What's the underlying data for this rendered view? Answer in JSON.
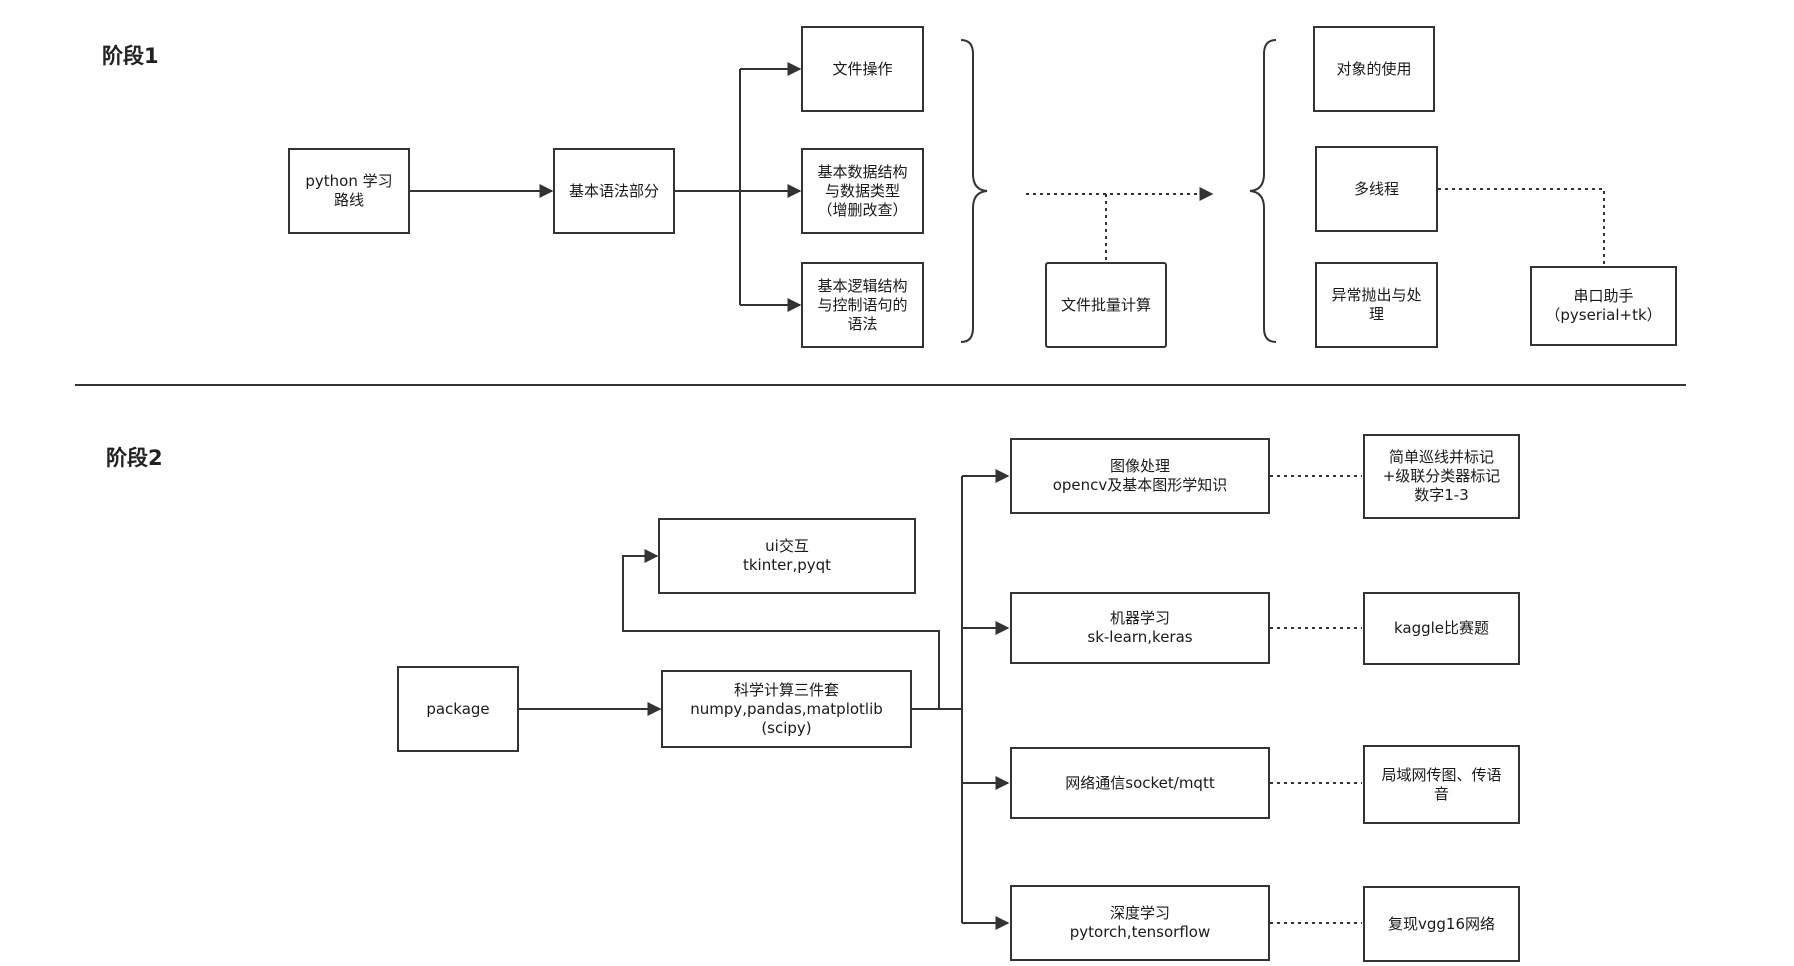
{
  "colors": {
    "stroke": "#333333",
    "background": "#ffffff",
    "text": "#1a1a1a"
  },
  "stage1": {
    "title": "阶段1",
    "python_route": "python 学习\n路线",
    "basic_syntax": "基本语法部分",
    "file_ops": "文件操作",
    "data_structures": "基本数据结构\n与数据类型\n（增删改查）",
    "logic_structures": "基本逻辑结构\n与控制语句的\n语法",
    "file_batch": "文件批量计算",
    "objects": "对象的使用",
    "multithreading": "多线程",
    "exceptions": "异常抛出与处\n理",
    "serial_helper": "串口助手\n（pyserial+tk）"
  },
  "stage2": {
    "title": "阶段2",
    "package": "package",
    "ui": "ui交互\ntkinter,pyqt",
    "scientific": "科学计算三件套\nnumpy,pandas,matplotlib\n(scipy)",
    "image_processing": "图像处理\nopencv及基本图形学知识",
    "machine_learning": "机器学习\nsk-learn,keras",
    "networking": "网络通信socket/mqtt",
    "deep_learning": "深度学习\npytorch,tensorflow",
    "line_tracking": "简单巡线并标记\n+级联分类器标记\n数字1-3",
    "kaggle": "kaggle比赛题",
    "lan_transfer": "局域网传图、传语\n音",
    "vgg16": "复现vgg16网络"
  }
}
